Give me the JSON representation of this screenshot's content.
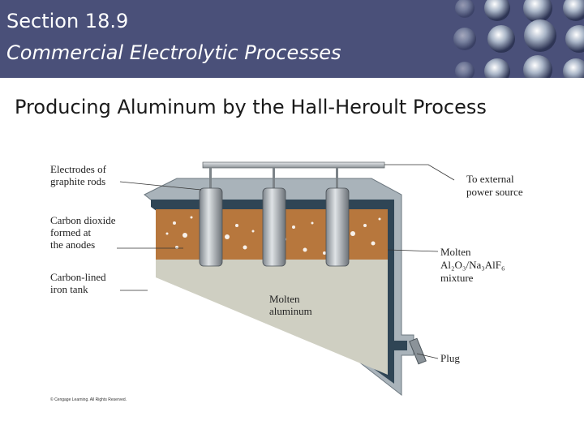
{
  "header": {
    "section": "Section 18.9",
    "subtitle": "Commercial Electrolytic Processes"
  },
  "slide": {
    "title": "Producing Aluminum by the Hall-Heroult Process"
  },
  "diagram": {
    "labels": {
      "electrodes_l1": "Electrodes of",
      "electrodes_l2": "graphite rods",
      "co2_l1": "Carbon dioxide",
      "co2_l2": "formed at",
      "co2_l3": "the anodes",
      "tank_l1": "Carbon-lined",
      "tank_l2": "iron tank",
      "power_l1": "To external",
      "power_l2": "power source",
      "molten_l1": "Molten",
      "mixture_formula": "Al₂O₃/Na₃AlF₆",
      "mixture_l3": "mixture",
      "aluminum_l1": "Molten",
      "aluminum_l2": "aluminum",
      "plug": "Plug"
    },
    "copyright": "© Cengage Learning. All Rights Reserved.",
    "colors": {
      "electrolyte": "#b7773d",
      "aluminum": "#cfcfc2",
      "tank_wall": "#2f4555",
      "tank_outer": "#a9b3ba",
      "header": "#4a5079"
    }
  }
}
